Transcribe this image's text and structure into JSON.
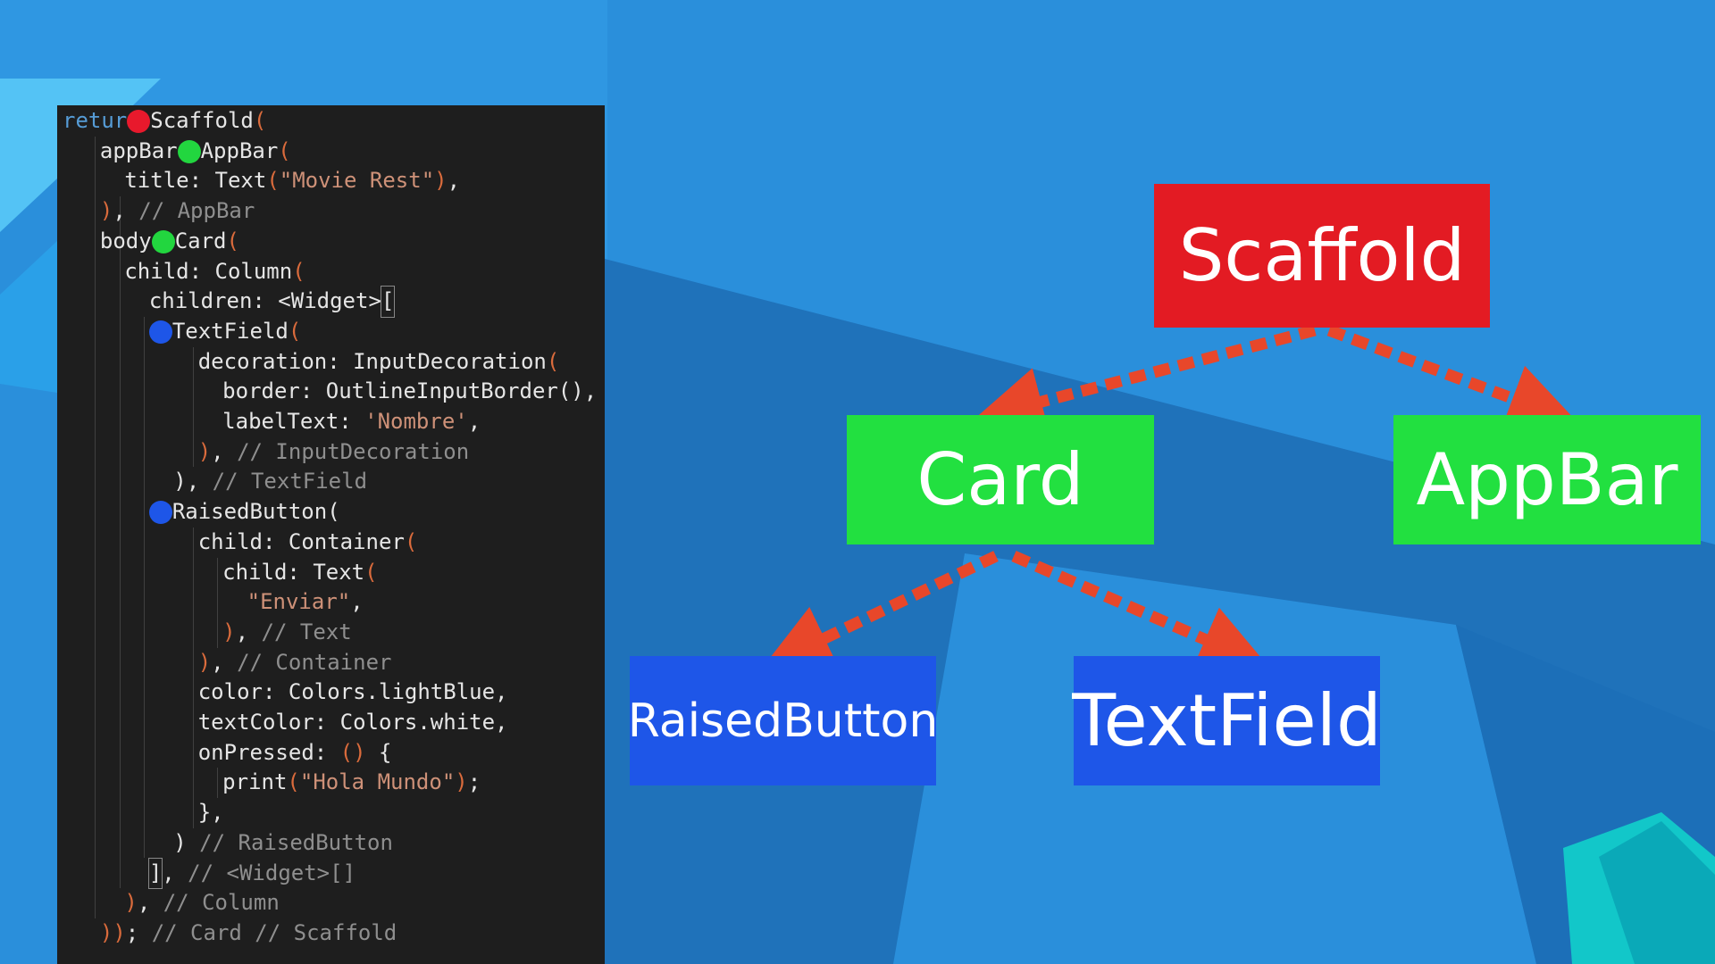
{
  "code": {
    "lines": [
      {
        "parts": [
          [
            "kw",
            "retur"
          ],
          [
            "dot",
            "red"
          ],
          [
            "id",
            "Scaffold"
          ],
          [
            "par",
            "("
          ]
        ]
      },
      {
        "parts": [
          [
            "id",
            "appBar"
          ],
          [
            "dot",
            "green"
          ],
          [
            "id",
            "AppBar"
          ],
          [
            "par",
            "("
          ]
        ]
      },
      {
        "parts": [
          [
            "id",
            "title: Text"
          ],
          [
            "par",
            "("
          ],
          [
            "str",
            "\"Movie Rest\""
          ],
          [
            "par",
            ")"
          ],
          [
            "id",
            ","
          ]
        ]
      },
      {
        "parts": [
          [
            "par",
            ")"
          ],
          [
            "id",
            ", "
          ],
          [
            "cmt",
            "// AppBar"
          ]
        ]
      },
      {
        "parts": [
          [
            "id",
            "body"
          ],
          [
            "dot",
            "green"
          ],
          [
            "id",
            "Card"
          ],
          [
            "par",
            "("
          ]
        ]
      },
      {
        "parts": [
          [
            "id",
            "child: Column"
          ],
          [
            "par",
            "("
          ]
        ]
      },
      {
        "parts": [
          [
            "id",
            "children: <Widget>"
          ],
          [
            "brk",
            "["
          ]
        ]
      },
      {
        "parts": [
          [
            "dot",
            "blue"
          ],
          [
            "id",
            "TextField"
          ],
          [
            "par",
            "("
          ]
        ]
      },
      {
        "parts": [
          [
            "id",
            "decoration: InputDecoration"
          ],
          [
            "par",
            "("
          ]
        ]
      },
      {
        "parts": [
          [
            "id",
            "border: OutlineInputBorder(),"
          ]
        ]
      },
      {
        "parts": [
          [
            "id",
            "labelText: "
          ],
          [
            "str",
            "'Nombre'"
          ],
          [
            "id",
            ","
          ]
        ]
      },
      {
        "parts": [
          [
            "par",
            ")"
          ],
          [
            "id",
            ", "
          ],
          [
            "cmt",
            "// InputDecoration"
          ]
        ]
      },
      {
        "parts": [
          [
            "id",
            "), "
          ],
          [
            "cmt",
            "// TextField"
          ]
        ]
      },
      {
        "parts": [
          [
            "dot",
            "blue"
          ],
          [
            "id",
            "RaisedButton("
          ]
        ]
      },
      {
        "parts": [
          [
            "id",
            "child: Container"
          ],
          [
            "par",
            "("
          ]
        ]
      },
      {
        "parts": [
          [
            "id",
            "child: Text"
          ],
          [
            "par",
            "("
          ]
        ]
      },
      {
        "parts": [
          [
            "str",
            "\"Enviar\""
          ],
          [
            "id",
            ","
          ]
        ]
      },
      {
        "parts": [
          [
            "par",
            ")"
          ],
          [
            "id",
            ", "
          ],
          [
            "cmt",
            "// Text"
          ]
        ]
      },
      {
        "parts": [
          [
            "par",
            ")"
          ],
          [
            "id",
            ", "
          ],
          [
            "cmt",
            "// Container"
          ]
        ]
      },
      {
        "parts": [
          [
            "id",
            "color: Colors.lightBlue,"
          ]
        ]
      },
      {
        "parts": [
          [
            "id",
            "textColor: Colors.white,"
          ]
        ]
      },
      {
        "parts": [
          [
            "id",
            "onPressed: "
          ],
          [
            "par",
            "()"
          ],
          [
            "id",
            " {"
          ]
        ]
      },
      {
        "parts": [
          [
            "id",
            "print"
          ],
          [
            "par",
            "("
          ],
          [
            "str",
            "\"Hola Mundo\""
          ],
          [
            "par",
            ")"
          ],
          [
            "id",
            ";"
          ]
        ]
      },
      {
        "parts": [
          [
            "id",
            "},"
          ]
        ]
      },
      {
        "parts": [
          [
            "id",
            ") "
          ],
          [
            "cmt",
            "// RaisedButton"
          ]
        ]
      },
      {
        "parts": [
          [
            "brk",
            "]"
          ],
          [
            "id",
            ", "
          ],
          [
            "cmt",
            "// <Widget>[]"
          ]
        ]
      },
      {
        "parts": [
          [
            "par",
            ")"
          ],
          [
            "id",
            ", "
          ],
          [
            "cmt",
            "// Column"
          ]
        ]
      },
      {
        "parts": [
          [
            "par",
            "))"
          ],
          [
            "id",
            "; "
          ],
          [
            "cmt",
            "// Card // Scaffold"
          ]
        ]
      }
    ]
  },
  "tree": {
    "nodes": [
      {
        "id": "scaffold",
        "label": "Scaffold",
        "color": "#e31b23"
      },
      {
        "id": "card",
        "label": "Card",
        "color": "#22e040"
      },
      {
        "id": "appbar",
        "label": "AppBar",
        "color": "#22e040"
      },
      {
        "id": "raisedbutton",
        "label": "RaisedButton",
        "color": "#1e56e8"
      },
      {
        "id": "textfield",
        "label": "TextField",
        "color": "#1e56e8"
      }
    ],
    "edges": [
      {
        "from": "scaffold",
        "to": "card"
      },
      {
        "from": "scaffold",
        "to": "appbar"
      },
      {
        "from": "card",
        "to": "raisedbutton"
      },
      {
        "from": "card",
        "to": "textfield"
      }
    ],
    "arrow_color": "#e8472a"
  },
  "colors": {
    "background": "#2a8fdb",
    "background_dark": "#1c6fb8",
    "code_bg": "#1e1e1e"
  }
}
